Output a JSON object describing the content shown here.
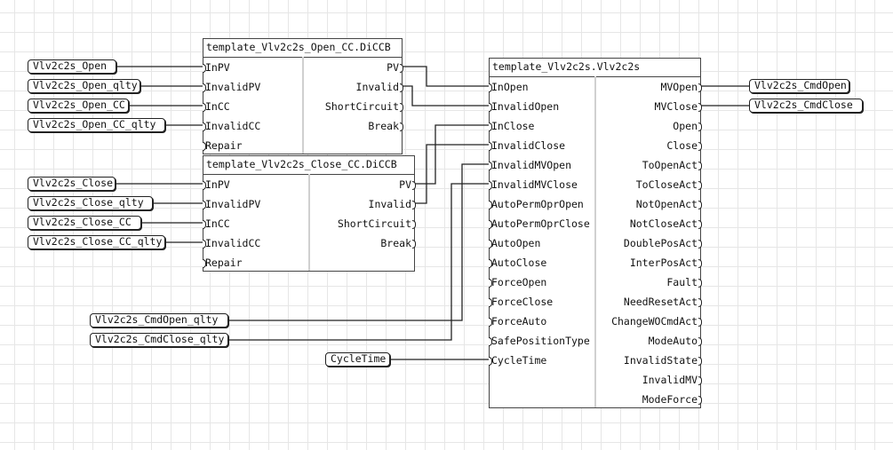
{
  "variables": {
    "vlv2c2s_open": "Vlv2c2s_Open",
    "vlv2c2s_open_qlty": "Vlv2c2s_Open_qlty",
    "vlv2c2s_open_cc": "Vlv2c2s_Open_CC",
    "vlv2c2s_open_cc_qlty": "Vlv2c2s_Open_CC_qlty",
    "vlv2c2s_close": "Vlv2c2s_Close",
    "vlv2c2s_close_qlty": "Vlv2c2s_Close_qlty",
    "vlv2c2s_close_cc": "Vlv2c2s_Close_CC",
    "vlv2c2s_close_cc_qlty": "Vlv2c2s_Close_CC_qlty",
    "vlv2c2s_cmdopen_qlty": "Vlv2c2s_CmdOpen_qlty",
    "vlv2c2s_cmdclose_qlty": "Vlv2c2s_CmdClose_qlty",
    "cycletime": "CycleTime",
    "vlv2c2s_cmdopen": "Vlv2c2s_CmdOpen",
    "vlv2c2s_cmdclose": "Vlv2c2s_CmdClose"
  },
  "blocks": {
    "open_cc": {
      "title": "template_Vlv2c2s_Open_CC.DiCCB",
      "inputs": [
        "InPV",
        "InvalidPV",
        "InCC",
        "InvalidCC",
        "Repair"
      ],
      "outputs": [
        "PV",
        "Invalid",
        "ShortCircuit",
        "Break"
      ]
    },
    "close_cc": {
      "title": "template_Vlv2c2s_Close_CC.DiCCB",
      "inputs": [
        "InPV",
        "InvalidPV",
        "InCC",
        "InvalidCC",
        "Repair"
      ],
      "outputs": [
        "PV",
        "Invalid",
        "ShortCircuit",
        "Break"
      ]
    },
    "main": {
      "title": "template_Vlv2c2s.Vlv2c2s",
      "inputs": [
        "InOpen",
        "InvalidOpen",
        "InClose",
        "InvalidClose",
        "InvalidMVOpen",
        "InvalidMVClose",
        "AutoPermOprOpen",
        "AutoPermOprClose",
        "AutoOpen",
        "AutoClose",
        "ForceOpen",
        "ForceClose",
        "ForceAuto",
        "SafePositionType",
        "CycleTime"
      ],
      "outputs": [
        "MVOpen",
        "MVClose",
        "Open",
        "Close",
        "ToOpenAct",
        "ToCloseAct",
        "NotOpenAct",
        "NotCloseAct",
        "DoublePosAct",
        "InterPosAct",
        "Fault",
        "NeedResetAct",
        "ChangeWOCmdAct",
        "ModeAuto",
        "InvalidState",
        "InvalidMV",
        "ModeForce"
      ]
    }
  }
}
